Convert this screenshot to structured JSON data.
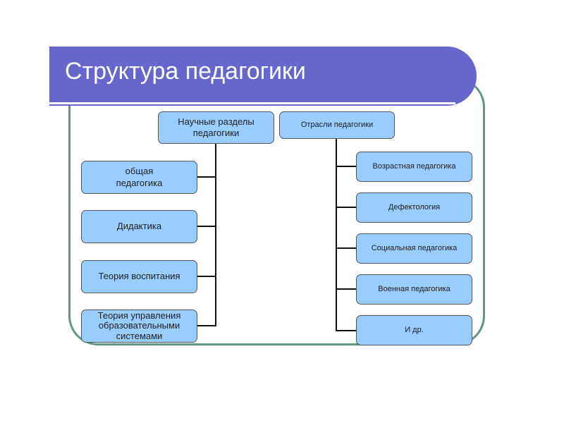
{
  "title": "Структура педагогики",
  "root_left": "Научные разделы педагогики",
  "root_right": "Отрасли педагогики",
  "left_items": [
    "общая педагогика",
    "Дидактика",
    "Теория воспитания",
    "Теория управления образовательными системами"
  ],
  "right_items": [
    "Возрастная педагогика",
    "Дефектология",
    "Социальная педагогика",
    "Военная педагогика",
    "И др."
  ],
  "colors": {
    "banner": "#6666cc",
    "box": "#99ccff",
    "frame": "#5f9688"
  }
}
